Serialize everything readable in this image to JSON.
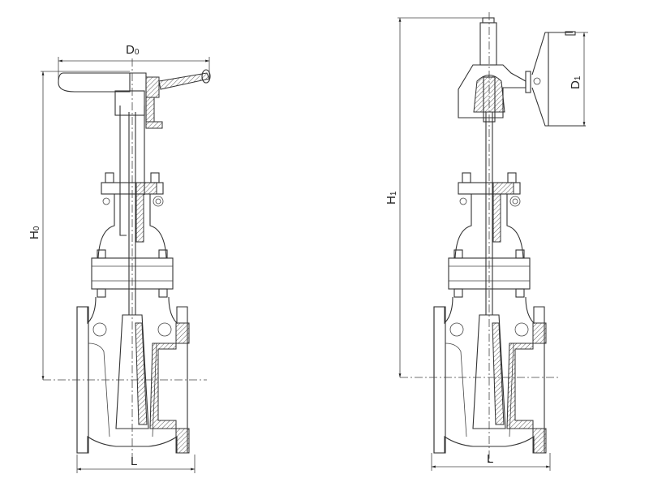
{
  "left_view": {
    "handwheel_diameter_label": {
      "base": "D",
      "sub": "0"
    },
    "height_label": {
      "base": "H",
      "sub": "0"
    },
    "length_label": "L"
  },
  "right_view": {
    "height_label": {
      "base": "H",
      "sub": "1"
    },
    "gear_handwheel_diameter_label": {
      "base": "D",
      "sub": "1"
    },
    "length_label": "L"
  }
}
